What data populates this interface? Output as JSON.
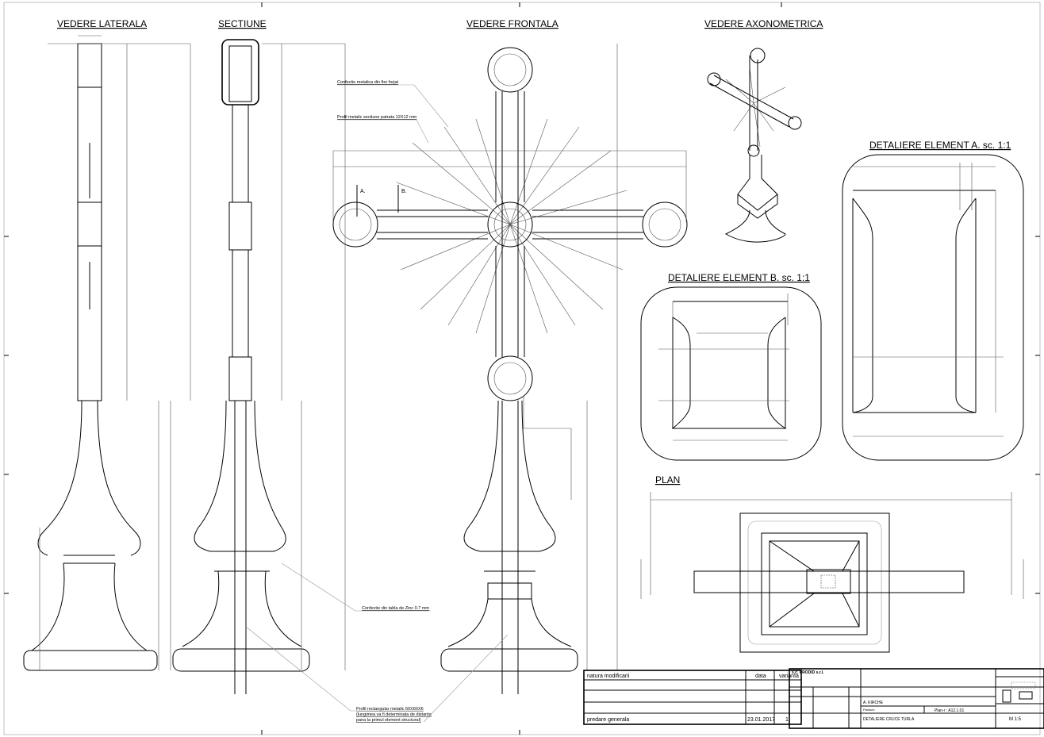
{
  "views": {
    "side": "VEDERE LATERALA",
    "section": "SECTIUNE",
    "front": "VEDERE FRONTALA",
    "axon": "VEDERE AXONOMETRICA",
    "detail_a": "DETALIERE ELEMENT A. sc. 1:1",
    "detail_b": "DETALIERE ELEMENT B. sc. 1:1",
    "plan": "PLAN"
  },
  "markers": {
    "a": "A.",
    "b": "B."
  },
  "notes": {
    "forged": "Confectie metalica din fier forjat",
    "square_profile": "Profil metalic sectiune patrata 12X12 mm",
    "zinc": "Confectie din tabla de Zinc 0.7 mm",
    "rect_profile_1": "Profil rectangular metalic 60X60X6",
    "rect_profile_2": "(lungimea va fi determinata de distanta",
    "rect_profile_3": "pana la primul element structural)"
  },
  "title_block": {
    "changes_header": "natura modificarii",
    "date_header": "data",
    "variant_header": "varianta",
    "row_label": "predare generala",
    "row_date": "23.01.2017",
    "row_variant": "1",
    "company": "s.c. PRODID s.r.l.",
    "object": "A. KIRCHE",
    "plan_no": "Plan-r : A12.1.01",
    "drawing_title": "DETALIERE CRUCE TURLA",
    "scale": "M 1:5",
    "section_label": "Pantsch"
  }
}
